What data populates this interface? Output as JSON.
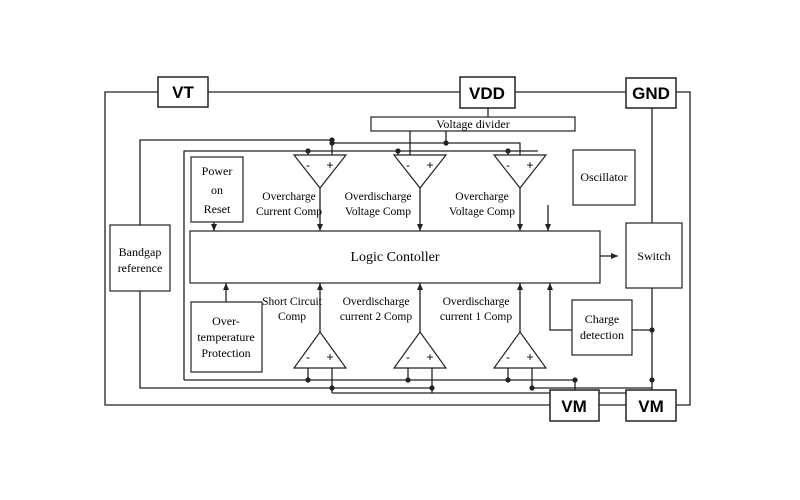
{
  "pins": {
    "vt": "VT",
    "vdd": "VDD",
    "gnd": "GND",
    "vm_left": "VM",
    "vm_right": "VM"
  },
  "blocks": {
    "voltage_divider": "Voltage divider",
    "power_on_reset": [
      "Power",
      "on",
      "Reset"
    ],
    "oscillator": "Oscillator",
    "bandgap": [
      "Bandgap",
      "reference"
    ],
    "logic_controller": "Logic Contoller",
    "switch": "Switch",
    "over_temperature": [
      "Over-",
      "temperature",
      "Protection"
    ],
    "charge_detection": [
      "Charge",
      "detection"
    ]
  },
  "comparators_top": [
    {
      "label": [
        "Overcharge",
        "Current Comp"
      ],
      "minus": "-",
      "plus": "+"
    },
    {
      "label": [
        "Overdischarge",
        "Voltage Comp"
      ],
      "minus": "-",
      "plus": "+"
    },
    {
      "label": [
        "Overcharge",
        "Voltage Comp"
      ],
      "minus": "-",
      "plus": "+"
    }
  ],
  "comparators_bottom": [
    {
      "label": [
        "Short Circuit",
        "Comp"
      ],
      "minus": "-",
      "plus": "+"
    },
    {
      "label": [
        "Overdischarge",
        "current 2 Comp"
      ],
      "minus": "-",
      "plus": "+"
    },
    {
      "label": [
        "Overdischarge",
        "current 1 Comp"
      ],
      "minus": "-",
      "plus": "+"
    }
  ]
}
